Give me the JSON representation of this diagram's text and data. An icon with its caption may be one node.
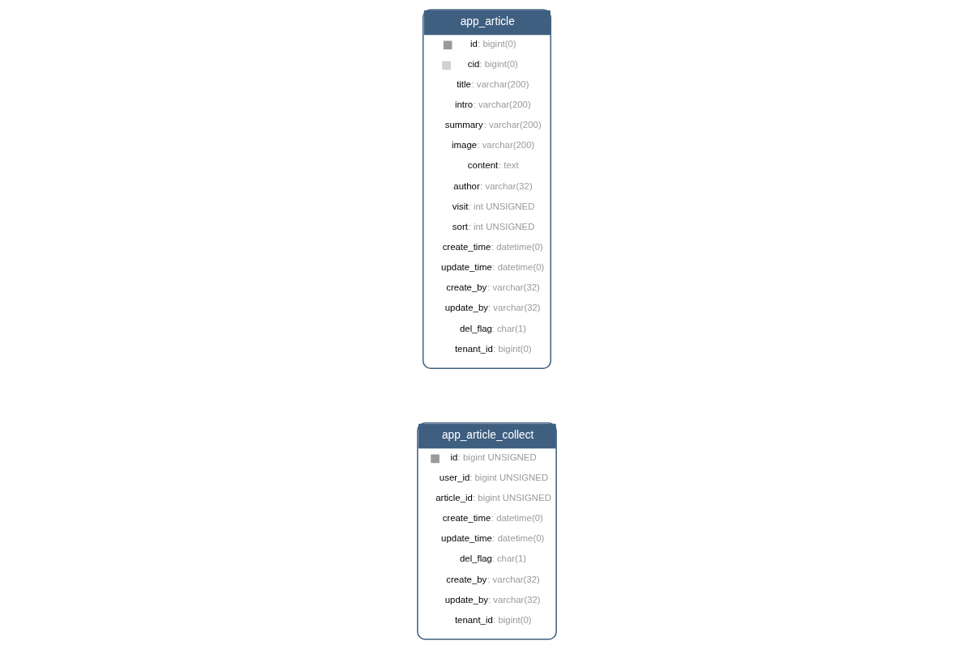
{
  "diagram": {
    "nodes": [
      {
        "text": [
          "app_article_collect",
          "id: bigint UNSIGNED",
          "user_id: bigint UNSIGNED",
          "article_id: bigint UNSIGNED",
          "create_time: datetime(0)",
          "update_time: datetime(0)",
          "del_flag: char(1)",
          "create_by: varchar(32)",
          "update_by: varchar(32)",
          "tenant_id: bigint(0)"
        ]
      },
      {
        "text": [
          "app_article",
          "id: bigint(0)",
          "cid: bigint(0)",
          "title: varchar(200)",
          "intro: varchar(200)",
          "summary: varchar(200)",
          "image: varchar(200)",
          "content: text",
          "author: varchar(32)",
          "visit: int UNSIGNED",
          "sort: int UNSIGNED",
          "create_time: datetime(0)",
          "update_time: datetime(0)",
          "create_by: varchar(32)",
          "update_by: varchar(32)",
          "del_flag: char(1)",
          "tenant_id: bigint(0)"
        ]
      }
    ],
    "edges": []
  }
}
